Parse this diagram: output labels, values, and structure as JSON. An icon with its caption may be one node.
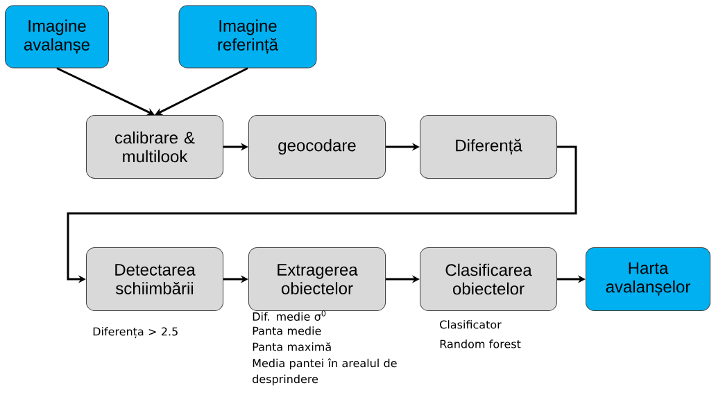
{
  "diagram": {
    "nodes": [
      {
        "text": [
          "Imagine avalanșe"
        ]
      },
      {
        "text": [
          "Imagine referință"
        ]
      },
      {
        "text": [
          "calibrare & multilook"
        ]
      },
      {
        "text": [
          "geocodare"
        ]
      },
      {
        "text": [
          "Diferență"
        ]
      },
      {
        "text": [
          "Detectarea schiimbării"
        ],
        "beside": [
          "Diferența > 2.5"
        ]
      },
      {
        "text": [
          "Extragerea obiectelor"
        ],
        "beside": [
          "Dif. medie σ$^{0}$",
          "Panta medie",
          "Panta maximă",
          "Media pantei în arealul de desprindere"
        ]
      },
      {
        "text": [
          "Clasificarea obiectelor"
        ],
        "beside": [
          "Clasificator",
          "Random forest"
        ]
      },
      {
        "text": [
          "Harta avalanșelor"
        ]
      }
    ],
    "edges": [
      {
        "from": 0,
        "to": 2,
        "arrow": "to"
      },
      {
        "from": 1,
        "to": 2,
        "arrow": "to"
      },
      {
        "from": 2,
        "to": 3,
        "arrow": "to"
      },
      {
        "from": 3,
        "to": 4,
        "arrow": "to"
      },
      {
        "from": 4,
        "to": 5,
        "arrow": "to"
      },
      {
        "from": 5,
        "to": 6,
        "arrow": "to"
      },
      {
        "from": 6,
        "to": 7,
        "arrow": "to"
      },
      {
        "from": 7,
        "to": 8,
        "arrow": "to"
      }
    ]
  }
}
